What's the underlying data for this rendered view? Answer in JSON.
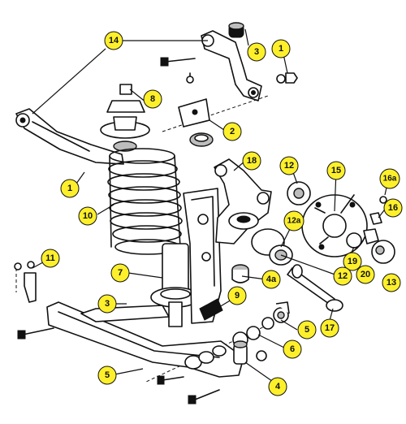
{
  "colors": {
    "callout_fill": "#fdf02b",
    "ink": "#111111",
    "shading": "#bdbdbd"
  },
  "callouts": [
    {
      "id": "c14",
      "label": "14"
    },
    {
      "id": "c3a",
      "label": "3"
    },
    {
      "id": "c1a",
      "label": "1"
    },
    {
      "id": "c8",
      "label": "8"
    },
    {
      "id": "c2",
      "label": "2"
    },
    {
      "id": "c1b",
      "label": "1"
    },
    {
      "id": "c18",
      "label": "18"
    },
    {
      "id": "c12a",
      "label": "12"
    },
    {
      "id": "c15",
      "label": "15"
    },
    {
      "id": "c16a",
      "label": "16a"
    },
    {
      "id": "c16",
      "label": "16"
    },
    {
      "id": "c10",
      "label": "10"
    },
    {
      "id": "c12b",
      "label": "12a"
    },
    {
      "id": "c11",
      "label": "11"
    },
    {
      "id": "c19",
      "label": "19"
    },
    {
      "id": "c20",
      "label": "20"
    },
    {
      "id": "c13",
      "label": "13"
    },
    {
      "id": "c12c",
      "label": "12"
    },
    {
      "id": "c4a",
      "label": "4a"
    },
    {
      "id": "c7",
      "label": "7"
    },
    {
      "id": "c9",
      "label": "9"
    },
    {
      "id": "c3b",
      "label": "3"
    },
    {
      "id": "c17",
      "label": "17"
    },
    {
      "id": "c5a",
      "label": "5"
    },
    {
      "id": "c6",
      "label": "6"
    },
    {
      "id": "c5b",
      "label": "5"
    },
    {
      "id": "c4",
      "label": "4"
    }
  ]
}
